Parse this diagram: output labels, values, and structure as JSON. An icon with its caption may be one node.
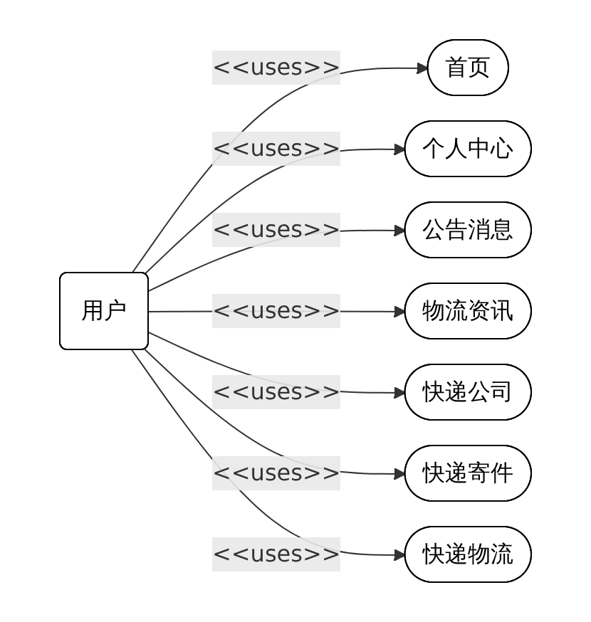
{
  "diagram": {
    "nodes": [
      {
        "text": [
          "用户"
        ]
      },
      {
        "text": [
          "首页"
        ]
      },
      {
        "text": [
          "个人中心"
        ]
      },
      {
        "text": [
          "公告消息"
        ]
      },
      {
        "text": [
          "物流资讯"
        ]
      },
      {
        "text": [
          "快递公司"
        ]
      },
      {
        "text": [
          "快递寄件"
        ]
      },
      {
        "text": [
          "快递物流"
        ]
      }
    ],
    "edges": [
      {
        "from": 0,
        "to": 1,
        "arrow": "to",
        "label": "<<uses>>"
      },
      {
        "from": 0,
        "to": 2,
        "arrow": "to",
        "label": "<<uses>>"
      },
      {
        "from": 0,
        "to": 3,
        "arrow": "to",
        "label": "<<uses>>"
      },
      {
        "from": 0,
        "to": 4,
        "arrow": "to",
        "label": "<<uses>>"
      },
      {
        "from": 0,
        "to": 5,
        "arrow": "to",
        "label": "<<uses>>"
      },
      {
        "from": 0,
        "to": 6,
        "arrow": "to",
        "label": "<<uses>>"
      },
      {
        "from": 0,
        "to": 7,
        "arrow": "to",
        "label": "<<uses>>"
      }
    ]
  }
}
